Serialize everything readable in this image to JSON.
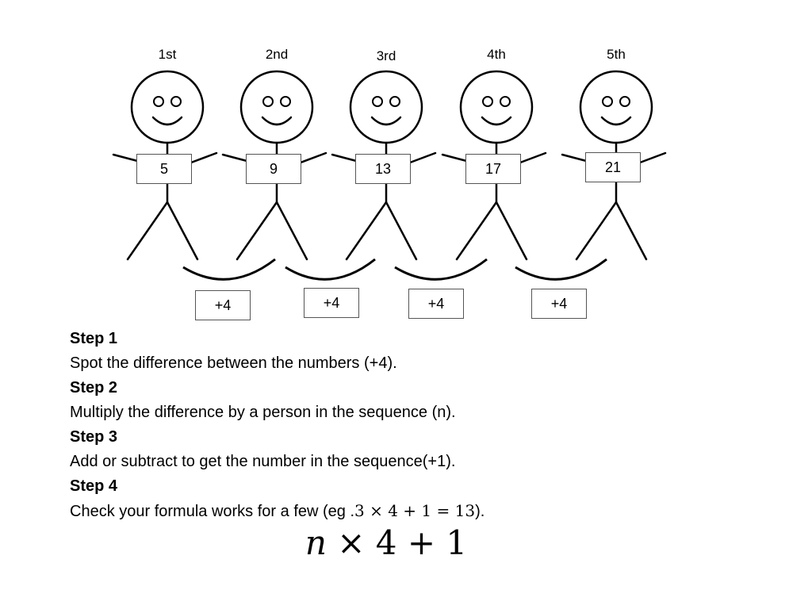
{
  "people": [
    {
      "ordinal": "1st",
      "value": "5"
    },
    {
      "ordinal": "2nd",
      "value": "9"
    },
    {
      "ordinal": "3rd",
      "value": "13"
    },
    {
      "ordinal": "4th",
      "value": "17"
    },
    {
      "ordinal": "5th",
      "value": "21"
    }
  ],
  "differences": [
    "+4",
    "+4",
    "+4",
    "+4"
  ],
  "steps": [
    {
      "title": "Step 1",
      "text": "Spot the difference between the numbers (+4)."
    },
    {
      "title": "Step 2",
      "text": "Multiply the difference by a person in the sequence (n)."
    },
    {
      "title": "Step 3",
      "text": "Add or subtract to get the number in the sequence(+1)."
    },
    {
      "title": "Step 4",
      "text_prefix": "Check your formula works for a few (eg .",
      "example": "3 × 4 + 1 = 13",
      "text_suffix": ")."
    }
  ],
  "formula": {
    "variable": "n",
    "rest": " × 4 + 1"
  }
}
